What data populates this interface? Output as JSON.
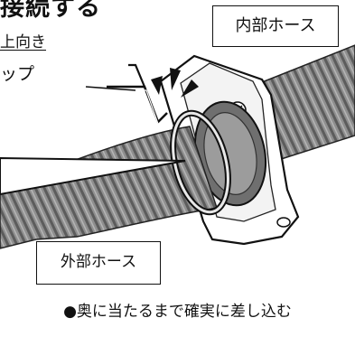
{
  "title": "接続する",
  "direction_label": "上向き",
  "clip_label": "ップ",
  "inner_hose_label": "内部ホース",
  "outer_hose_label": "外部ホース",
  "instruction": "●奥に当たるまで確実に差し込む"
}
